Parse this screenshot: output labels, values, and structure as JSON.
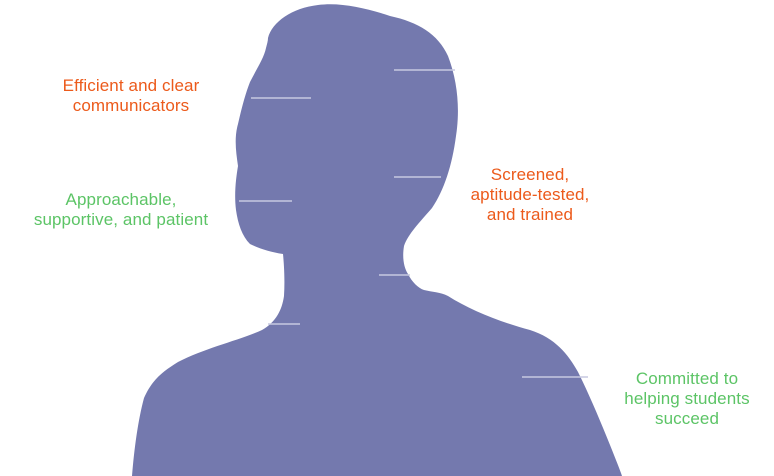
{
  "colors": {
    "silhouette": "#7479ae",
    "connector": "#c7c9e0",
    "orange": "#ec5a1b",
    "green": "#5cc466",
    "background": "#ffffff"
  },
  "labels": {
    "efficient": {
      "line1": "Efficient and clear",
      "line2": "communicators",
      "color": "orange"
    },
    "approachable": {
      "line1": "Approachable,",
      "line2": "supportive, and patient",
      "color": "green"
    },
    "screened": {
      "line1": "Screened,",
      "line2": "aptitude-tested,",
      "line3": "and trained",
      "color": "orange"
    },
    "committed": {
      "line1": "Committed to",
      "line2": "helping students",
      "line3": "succeed",
      "color": "green"
    }
  }
}
